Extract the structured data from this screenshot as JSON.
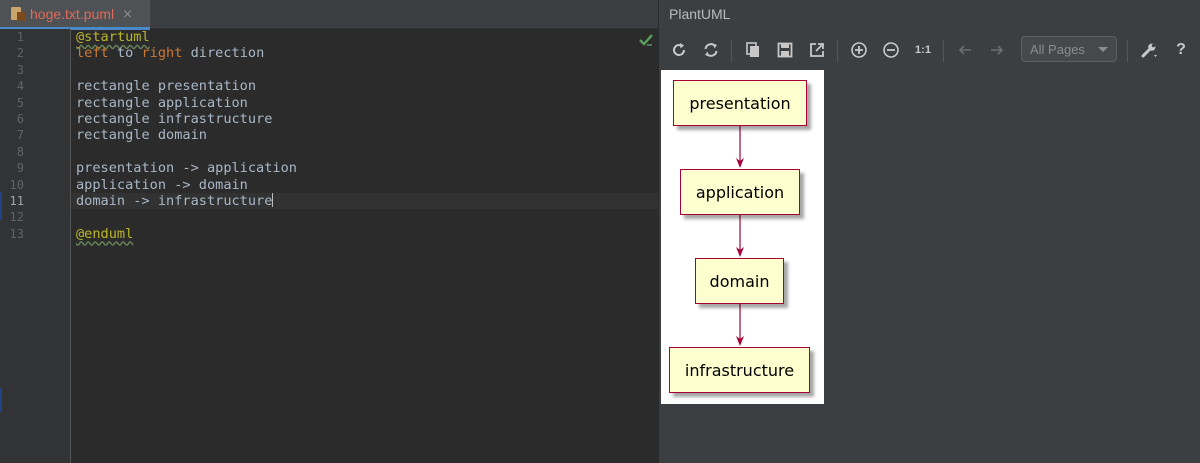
{
  "editor": {
    "tab": {
      "filename": "hoge.txt.puml",
      "close_glyph": "×"
    },
    "current_line": 11,
    "line_numbers": [
      "1",
      "2",
      "3",
      "4",
      "5",
      "6",
      "7",
      "8",
      "9",
      "10",
      "11",
      "12",
      "13"
    ],
    "lines": [
      "@startuml",
      "left to right direction",
      "",
      "rectangle presentation",
      "rectangle application",
      "rectangle infrastructure",
      "rectangle domain",
      "",
      "presentation -> application",
      "application -> domain",
      "domain -> infrastructure",
      "",
      "@enduml"
    ]
  },
  "plantuml_pane": {
    "title": "PlantUML",
    "toolbar": {
      "refresh": "refresh-icon",
      "sync": "sync-icon",
      "copy": "copy-icon",
      "save": "save-icon",
      "export": "export-icon",
      "zoom_in": "zoom-in-icon",
      "zoom_out": "zoom-out-icon",
      "actual_size_label": "1:1",
      "prev": "arrow-left-icon",
      "next": "arrow-right-icon",
      "pages_select": "All Pages",
      "settings": "wrench-icon",
      "help_label": "?"
    },
    "diagram": {
      "nodes": [
        "presentation",
        "application",
        "domain",
        "infrastructure"
      ],
      "edges": [
        [
          "presentation",
          "application"
        ],
        [
          "application",
          "domain"
        ],
        [
          "domain",
          "infrastructure"
        ]
      ]
    }
  },
  "colors": {
    "node_fill": "#fefece",
    "node_border": "#a80036",
    "arrow": "#a80036",
    "tab_label": "#e06a5b",
    "keyword_at": "#bbb529",
    "keyword_direction": "#cc7832",
    "code_text": "#a9b7c6"
  }
}
